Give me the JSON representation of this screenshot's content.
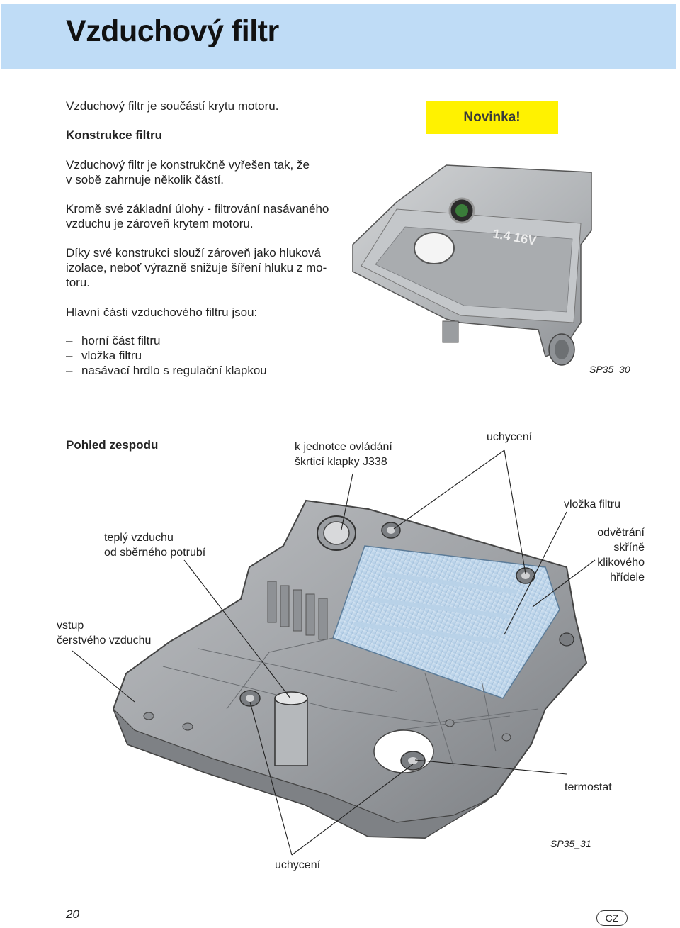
{
  "title": "Vzduchový filtr",
  "intro": "Vzduchový filtr je součástí krytu motoru.",
  "section_heading": "Konstrukce filtru",
  "paragraphs": [
    [
      "Vzduchový filtr je konstrukčně vyřešen tak, že",
      "v sobě zahrnuje několik částí."
    ],
    [
      "Kromě své základní úlohy - filtrování nasávaného",
      "vzduchu je zároveň krytem motoru."
    ],
    [
      "Díky své konstrukci slouží zároveň jako hluková",
      "izolace, neboť výrazně snižuje šíření hluku z mo-",
      "toru."
    ]
  ],
  "parts_intro": "Hlavní části vzduchového filtru jsou:",
  "parts": [
    "horní část filtru",
    "vložka filtru",
    "nasávací hrdlo s regulační klapkou"
  ],
  "dash": "–",
  "badge": "Novinka!",
  "figure1": {
    "engine_label": "1.4  16V",
    "caption": "SP35_30"
  },
  "figure2": {
    "heading": "Pohled zespodu",
    "caption": "SP35_31",
    "labels": {
      "throttle": [
        "k jednotce ovládání",
        "škrticí klapky J338"
      ],
      "mount_top": "uchycení",
      "filter_insert": "vložka filtru",
      "warm_air": [
        "teplý vzduchu",
        "od sběrného potrubí"
      ],
      "crankcase_vent": [
        "odvětrání",
        "skříně",
        "klikového",
        "hřídele"
      ],
      "fresh_air": [
        "vstup",
        "čerstvého vzduchu"
      ],
      "thermostat": "termostat",
      "mount_bottom": "uchycení"
    }
  },
  "footer": {
    "page": "20",
    "country": "CZ"
  }
}
